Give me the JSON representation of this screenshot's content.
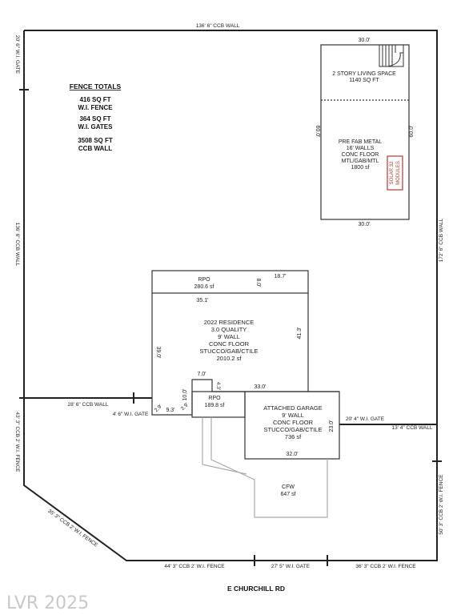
{
  "lot": {
    "top_wall": "136' 6\" CCB WALL",
    "left_top_gate": "20' 6\" W.I. GATE",
    "left_wall": "136' 6\" CCB WALL",
    "right_wall": "172' 6\" CCB WALL",
    "left_lower_fence": "43' 3\" CCB 2' W.I. FENCE",
    "diagonal_fence": "35' 3\" CCB 2' W.I. FENCE",
    "bottom_left_fence": "44' 3\" CCB 2' W.I. FENCE",
    "bottom_gate": "27' 5\" W.I. GATE",
    "bottom_right_fence": "36' 3\" CCB 2' W.I. FENCE",
    "right_lower_fence": "50' 3\" CCB 2' W.I. FENCE"
  },
  "fence_totals": {
    "heading": "FENCE TOTALS",
    "items": [
      {
        "amount": "416 SQ FT",
        "type": "W.I. FENCE"
      },
      {
        "amount": "364 SQ FT",
        "type": "W.I. GATES"
      },
      {
        "amount": "3508 SQ FT",
        "type": "CCB WALL"
      }
    ]
  },
  "rear_building": {
    "top_dim": "30.0'",
    "bottom_dim": "30.0'",
    "left_dim": "60.0'",
    "right_dim": "60.0'",
    "upper_lines": [
      "2 STORY LIVING SPACE",
      "1140 SQ FT"
    ],
    "lower_lines": [
      "PRE FAB METAL",
      "16' WALLS",
      "CONC FLOOR",
      "MTL/GAB/MTL",
      "1800 sf"
    ],
    "solar_lines": [
      "SOLAR 32",
      "MODULES"
    ]
  },
  "residence": {
    "lines": [
      "2022 RESIDENCE",
      "3.0 QUALITY",
      "9' WALL",
      "CONC FLOOR",
      "STUCCO/GAB/CTILE",
      "2010.2 sf"
    ],
    "dims": {
      "top_right": "18.7'",
      "right": "41.3'",
      "left": "39.0'",
      "notch_top": "7.0'",
      "notch_side": "4.3'",
      "notch_left": "10.0'",
      "angle_a": "2.9'",
      "angle_b": "9.3'",
      "angle_c": "2.9'",
      "garage_top": "33.0'"
    }
  },
  "rpo_top": {
    "label": "RPO",
    "area": "280.6 sf",
    "width": "35.1'",
    "height": "8.0'"
  },
  "rpo_front": {
    "label": "RPO",
    "area": "189.8 sf"
  },
  "garage": {
    "lines": [
      "ATTACHED GARAGE",
      "9' WALL",
      "CONC FLOOR",
      "STUCCO/GAB/CTILE",
      "736 sf"
    ],
    "right_dim": "23.0'",
    "bottom_dim": "32.0'"
  },
  "cfw": {
    "label": "CFW",
    "area": "647 sf"
  },
  "mid_walls": {
    "left_wall": "28' 6\" CCB WALL",
    "left_gate": "4' 6\" W.I. GATE",
    "right_gate": "20' 4\" W.I. GATE",
    "right_wall": "13' 4\" CCB WALL"
  },
  "street": "E CHURCHILL RD",
  "watermark": "LVR 2025"
}
